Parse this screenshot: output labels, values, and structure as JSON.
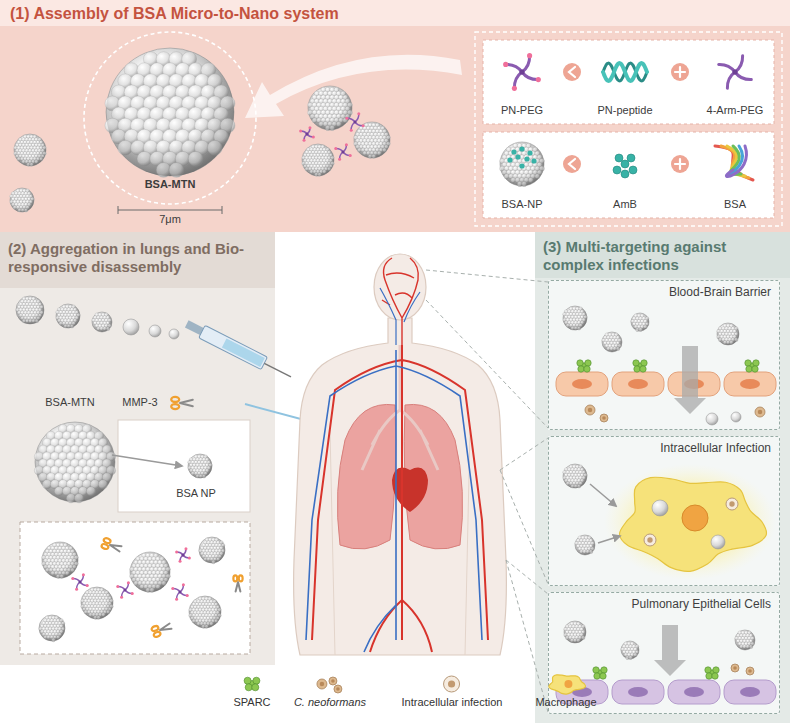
{
  "diagram": {
    "nodes": [
      {
        "text": [
          "(1) Assembly of BSA Micro-to-Nano system"
        ]
      },
      {
        "text": [
          "(2) Aggregation in lungs and Bio-responsive disassembly"
        ]
      },
      {
        "text": [
          "(3) Multi-targeting against complex infections"
        ]
      },
      {
        "text": [
          "Blood-Brain Barrier"
        ],
        "in": 2
      },
      {
        "text": [
          "Intracellular Infection"
        ],
        "in": 2
      },
      {
        "text": [
          "Pulmonary Epithelial Cells"
        ],
        "in": 2
      }
    ],
    "labels": [
      "BSA-MTN",
      "7μm",
      "PN-PEG",
      "PN-peptide",
      "4-Arm-PEG",
      "BSA-NP",
      "AmB",
      "BSA",
      "BSA-MTN",
      "MMP-3",
      "BSA NP"
    ],
    "legend": [
      {
        "text": "SPARC"
      },
      {
        "text": "C. neoformans"
      },
      {
        "text": "Intracellular infection"
      },
      {
        "text": "Macrophage"
      }
    ]
  }
}
